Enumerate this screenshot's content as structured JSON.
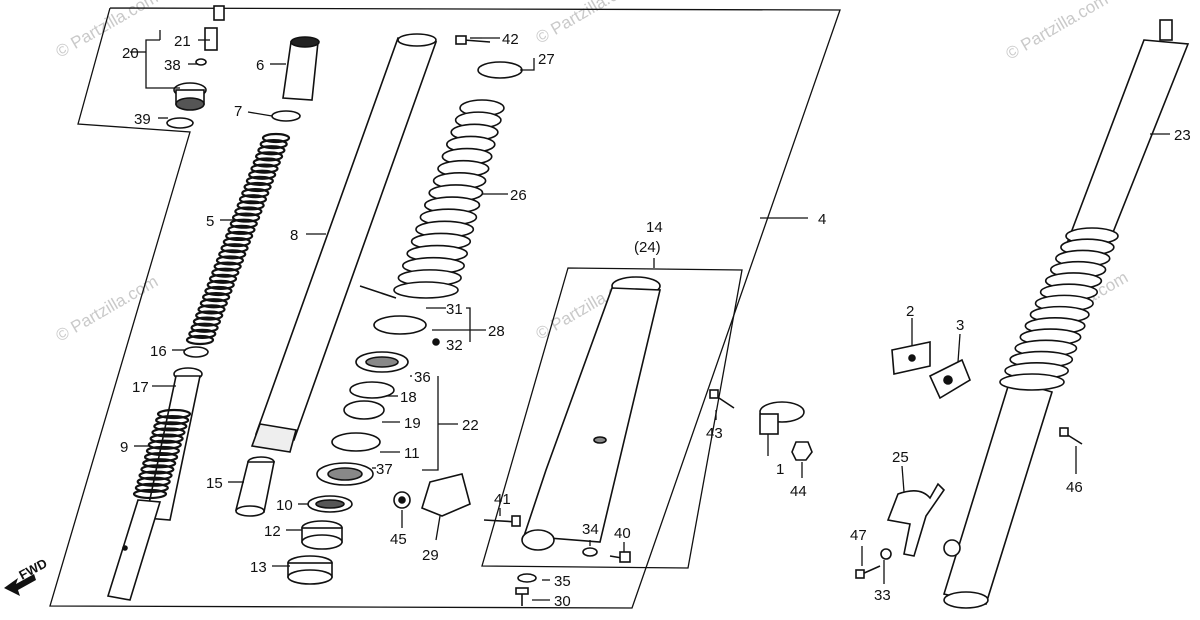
{
  "diagram": {
    "watermark": "© Partzilla.com",
    "fwd_label": "FWD",
    "callouts": {
      "n1": "1",
      "n2": "2",
      "n3": "3",
      "n4": "4",
      "n5": "5",
      "n6": "6",
      "n7": "7",
      "n8": "8",
      "n9": "9",
      "n10": "10",
      "n11": "11",
      "n12": "12",
      "n13": "13",
      "n14": "14",
      "n24p": "(24)",
      "n15": "15",
      "n16": "16",
      "n17": "17",
      "n18": "18",
      "n19": "19",
      "n20": "20",
      "n21": "21",
      "n22": "22",
      "n23": "23",
      "n25": "25",
      "n26": "26",
      "n27": "27",
      "n28": "28",
      "n29": "29",
      "n30": "30",
      "n31": "31",
      "n32": "32",
      "n33": "33",
      "n34": "34",
      "n35": "35",
      "n36": "36",
      "n37": "37",
      "n38": "38",
      "n39": "39",
      "n40": "40",
      "n41": "41",
      "n42": "42",
      "n43": "43",
      "n44": "44",
      "n45": "45",
      "n46": "46",
      "n47": "47"
    }
  }
}
